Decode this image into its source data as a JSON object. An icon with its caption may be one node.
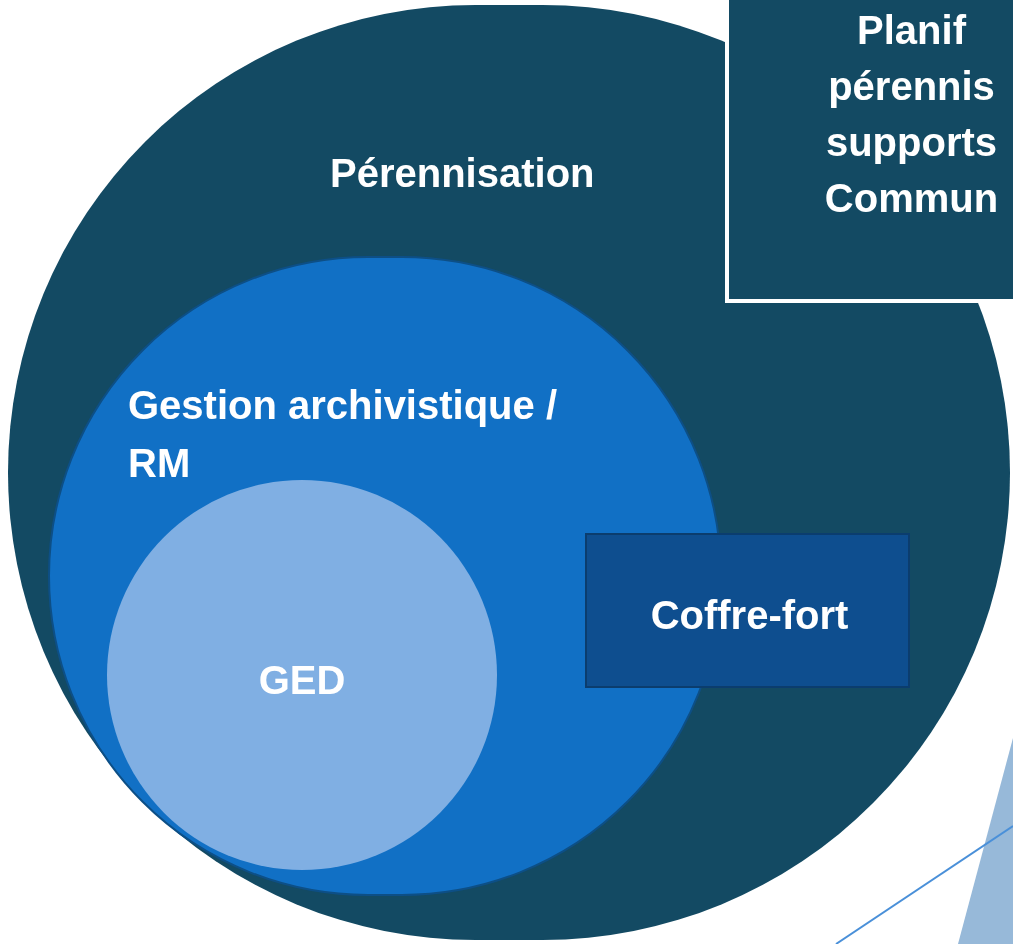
{
  "diagram": {
    "nodes": [
      {
        "text": [
          "Pérennisation"
        ]
      },
      {
        "text": [
          "Gestion archivistique / RM"
        ],
        "in": 0
      },
      {
        "text": [
          "GED"
        ],
        "in": 1
      },
      {
        "text": [
          "Coffre-fort"
        ],
        "in": 0
      },
      {
        "text": [
          "Planif pérennis supports Commun"
        ]
      }
    ]
  }
}
